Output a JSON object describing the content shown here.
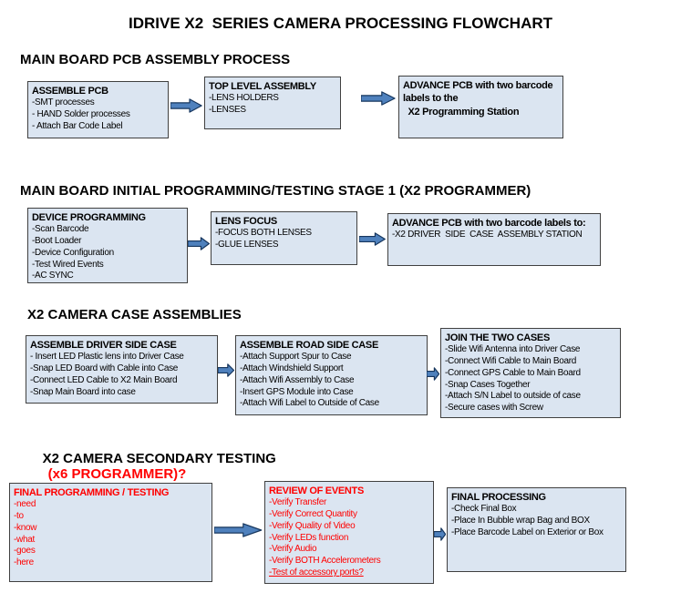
{
  "title": "IDRIVE X2  SERIES CAMERA PROCESSING FLOWCHART",
  "colors": {
    "box_fill": "#dbe5f1",
    "box_border": "#404040",
    "arrow_fill": "#4f81bd",
    "arrow_stroke": "#17365d",
    "alert_text": "#ff0000",
    "text": "#000000"
  },
  "sections": [
    {
      "heading": "MAIN BOARD PCB ASSEMBLY PROCESS",
      "boxes": [
        {
          "title": "ASSEMBLE PCB",
          "items": [
            "-SMT processes",
            "- HAND Solder processes",
            "- Attach Bar Code Label"
          ]
        },
        {
          "title": "TOP LEVEL ASSEMBLY",
          "items": [
            "-LENS HOLDERS",
            "-LENSES"
          ]
        },
        {
          "title": "ADVANCE PCB with two barcode labels to the\n  X2 Programming Station",
          "items": []
        }
      ]
    },
    {
      "heading": "MAIN BOARD INITIAL PROGRAMMING/TESTING STAGE 1 (X2 PROGRAMMER)",
      "boxes": [
        {
          "title": "DEVICE PROGRAMMING",
          "items": [
            "-Scan Barcode",
            "-Boot Loader",
            "-Device Configuration",
            "-Test Wired Events",
            "-AC SYNC"
          ]
        },
        {
          "title": "LENS FOCUS",
          "items": [
            "-FOCUS BOTH LENSES",
            "-GLUE LENSES"
          ]
        },
        {
          "title": "ADVANCE PCB with two barcode labels to:",
          "items": [
            "-X2 DRIVER  SIDE  CASE  ASSEMBLY STATION"
          ]
        }
      ]
    },
    {
      "heading": "X2 CAMERA CASE ASSEMBLIES",
      "boxes": [
        {
          "title": "ASSEMBLE DRIVER SIDE CASE",
          "items": [
            "- Insert LED Plastic lens into Driver Case",
            "-Snap LED Board with Cable into Case",
            "-Connect LED Cable to X2 Main Board",
            "-Snap Main Board into case"
          ]
        },
        {
          "title": "ASSEMBLE ROAD SIDE CASE",
          "items": [
            "-Attach Support Spur to Case",
            "-Attach Windshield Support",
            "-Attach Wifi Assembly to Case",
            "-Insert GPS Module into Case",
            "-Attach Wifi Label to Outside of Case"
          ]
        },
        {
          "title": "JOIN THE TWO CASES",
          "items": [
            "-Slide Wifi Antenna into Driver Case",
            "-Connect Wifi Cable to Main Board",
            "-Connect GPS Cable to Main Board",
            "-Snap Cases Together",
            "-Attach S/N Label to outside of case",
            "-Secure cases with Screw"
          ]
        }
      ]
    },
    {
      "heading": "X2 CAMERA SECONDARY TESTING",
      "heading_suffix": "(x6 PROGRAMMER)?",
      "boxes": [
        {
          "title": "FINAL PROGRAMMING / TESTING",
          "items": [
            "-need",
            "-to",
            "-know",
            "-what",
            "-goes",
            "-here"
          ]
        },
        {
          "title": "REVIEW OF EVENTS",
          "items": [
            "-Verify Transfer",
            "-Verify Correct Quantity",
            "-Verify Quality of Video",
            "-Verify LEDs function",
            "-Verify Audio",
            "-Verify BOTH Accelerometers",
            "-Test of accessory ports?"
          ]
        },
        {
          "title": "FINAL PROCESSING",
          "items": [
            "-Check Final Box",
            "-Place In Bubble wrap Bag and BOX",
            "-Place Barcode Label on Exterior or Box"
          ]
        }
      ]
    }
  ]
}
